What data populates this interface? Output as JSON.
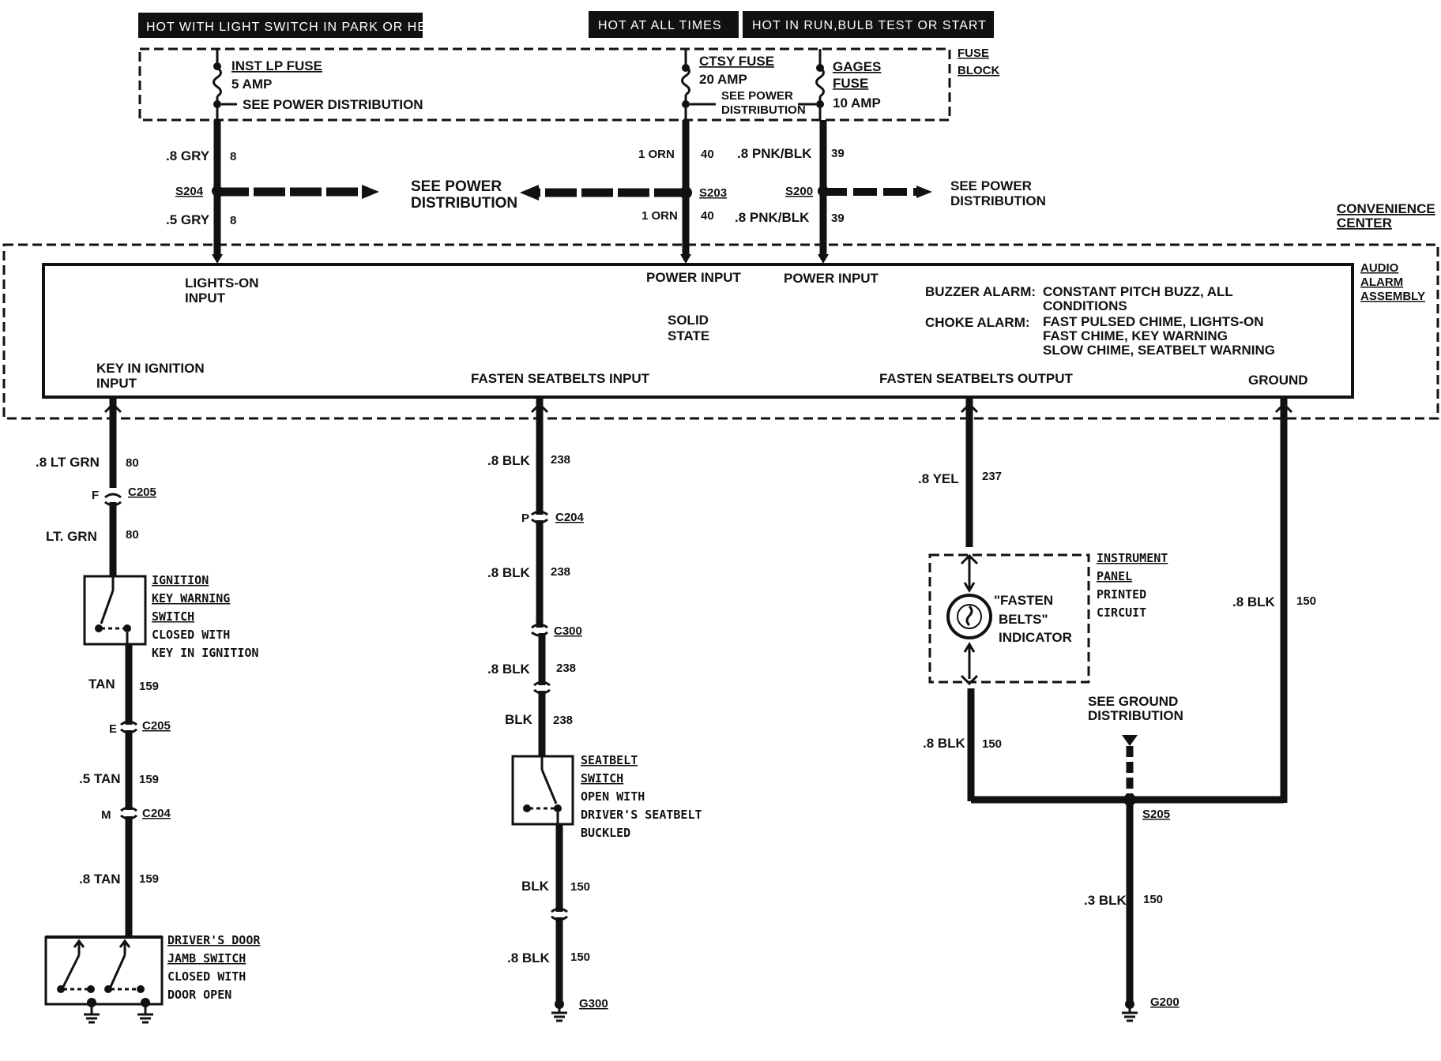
{
  "headers": {
    "park_head": "HOT WITH LIGHT SWITCH IN PARK OR HEAD",
    "all_times": "HOT AT ALL TIMES",
    "run_bulb": "HOT IN RUN,BULB TEST OR START"
  },
  "fuse_block": {
    "label_line1": "FUSE",
    "label_line2": "BLOCK",
    "inst_lp": {
      "name": "INST LP FUSE",
      "rating": "5 AMP",
      "see": "SEE POWER DISTRIBUTION"
    },
    "ctsy": {
      "name": "CTSY FUSE",
      "rating": "20 AMP",
      "see1": "SEE POWER",
      "see2": "DISTRIBUTION"
    },
    "gages": {
      "name1": "GAGES",
      "name2": "FUSE",
      "rating": "10 AMP"
    }
  },
  "upper_wires": {
    "gry_top": ".8 GRY",
    "gry_top_num": "8",
    "gry_bot": ".5 GRY",
    "gry_bot_num": "8",
    "s204": "S204",
    "orn_top": "1 ORN",
    "orn_top_num": "40",
    "orn_bot": "1 ORN",
    "orn_bot_num": "40",
    "s203": "S203",
    "pnk_top": ".8 PNK/BLK",
    "pnk_top_num": "39",
    "pnk_bot": ".8 PNK/BLK",
    "pnk_bot_num": "39",
    "s200": "S200",
    "see_pd_left1": "SEE POWER",
    "see_pd_left2": "DISTRIBUTION",
    "see_pd_right1": "SEE POWER",
    "see_pd_right2": "DISTRIBUTION"
  },
  "convenience_center": {
    "line1": "CONVENIENCE",
    "line2": "CENTER"
  },
  "audio_alarm": {
    "line1": "AUDIO",
    "line2": "ALARM",
    "line3": "ASSEMBLY"
  },
  "module": {
    "lights_on1": "LIGHTS-ON",
    "lights_on2": "INPUT",
    "power_input_1": "POWER INPUT",
    "power_input_2": "POWER INPUT",
    "solid1": "SOLID",
    "solid2": "STATE",
    "buzzer_label": "BUZZER ALARM:",
    "buzzer_val1": "CONSTANT PITCH BUZZ, ALL",
    "buzzer_val2": "CONDITIONS",
    "chime_label": "CHOKE ALARM:",
    "chime_val1": "FAST PULSED CHIME, LIGHTS-ON",
    "chime_val2": "FAST CHIME, KEY WARNING",
    "chime_val3": "SLOW CHIME, SEATBELT WARNING",
    "key_in1": "KEY IN IGNITION",
    "key_in2": "INPUT",
    "fasten_in": "FASTEN SEATBELTS INPUT",
    "fasten_out": "FASTEN SEATBELTS OUTPUT",
    "ground": "GROUND"
  },
  "col1": {
    "w1": ".8 LT GRN",
    "w1n": "80",
    "c205_pin": "F",
    "c205": "C205",
    "w2": "LT. GRN",
    "w2n": "80",
    "sw1": "IGNITION",
    "sw2": "KEY WARNING",
    "sw3": "SWITCH",
    "sw4": "CLOSED WITH",
    "sw5": "KEY IN IGNITION",
    "w3": "TAN",
    "w3n": "159",
    "c205b_pin": "E",
    "c205b": "C205",
    "w4": ".5 TAN",
    "w4n": "159",
    "c204_pin": "M",
    "c204": "C204",
    "w5": ".8 TAN",
    "w5n": "159",
    "door1": "DRIVER'S DOOR",
    "door2": "JAMB SWITCH",
    "door3": "CLOSED WITH",
    "door4": "DOOR OPEN"
  },
  "col2": {
    "w1": ".8 BLK",
    "w1n": "238",
    "c204_pin": "P",
    "c204": "C204",
    "w2": ".8 BLK",
    "w2n": "238",
    "c300": "C300",
    "w3": ".8 BLK",
    "w3n": "238",
    "w4": "BLK",
    "w4n": "238",
    "sb1": "SEATBELT",
    "sb2": "SWITCH",
    "sb3": "OPEN WITH",
    "sb4": "DRIVER'S SEATBELT",
    "sb5": "BUCKLED",
    "w5": "BLK",
    "w5n": "150",
    "w6": ".8 BLK",
    "w6n": "150",
    "g300": "G300"
  },
  "col3": {
    "w1": ".8 YEL",
    "w1n": "237",
    "ip1": "INSTRUMENT",
    "ip2": "PANEL",
    "ip3": "PRINTED",
    "ip4": "CIRCUIT",
    "ind1": "\"FASTEN",
    "ind2": "BELTS\"",
    "ind3": "INDICATOR",
    "w2": ".8 BLK",
    "w2n": "150",
    "see_gnd1": "SEE GROUND",
    "see_gnd2": "DISTRIBUTION",
    "s205": "S205",
    "w3": ".3 BLK",
    "w3n": "150",
    "g200": "G200"
  },
  "col4": {
    "w1": ".8 BLK",
    "w1n": "150"
  }
}
